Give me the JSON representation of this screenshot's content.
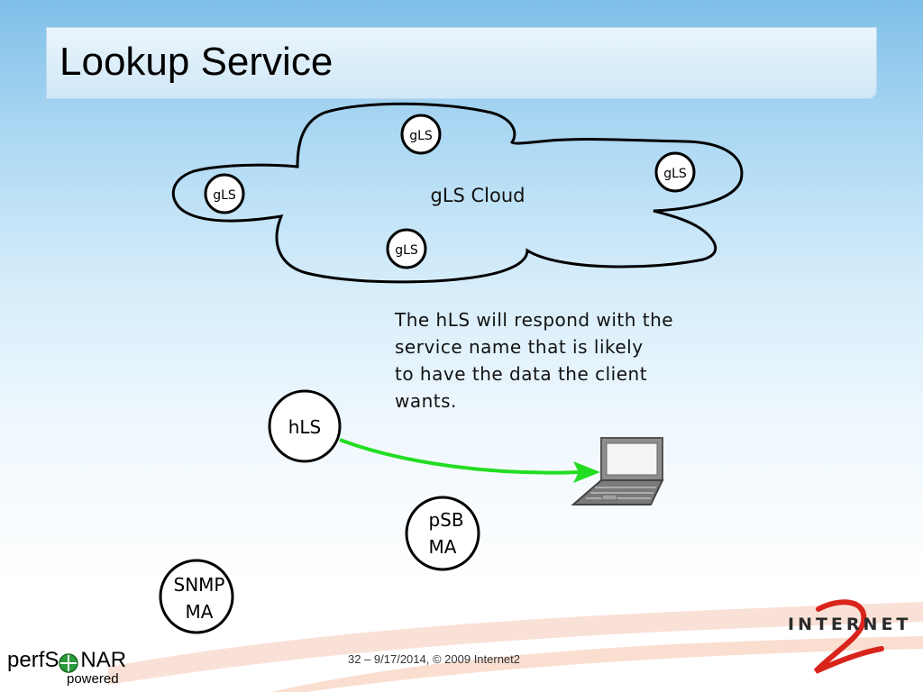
{
  "slide": {
    "title": "Lookup Service",
    "footer": "32 – 9/17/2014, © 2009 Internet2"
  },
  "diagram": {
    "cloud_label": "gLS Cloud",
    "gls_nodes": [
      "gLS",
      "gLS",
      "gLS",
      "gLS"
    ],
    "hls_label": "hLS",
    "psb_lines": [
      "pSB",
      "MA"
    ],
    "snmp_lines": [
      "SNMP",
      "MA"
    ],
    "note_lines": [
      "The hLS will respond with the",
      "service name that is likely",
      "to have the data the client",
      "wants."
    ],
    "arrow_color": "#22dd22",
    "client_icon": "laptop-icon"
  },
  "logos": {
    "perfsonar_main_a": "perfS",
    "perfsonar_main_b": "NAR",
    "perfsonar_sub": "powered",
    "internet2": "INTERNET",
    "internet2_accent": "#d9241b",
    "perfsonar_accent": "#2a9a3a"
  }
}
